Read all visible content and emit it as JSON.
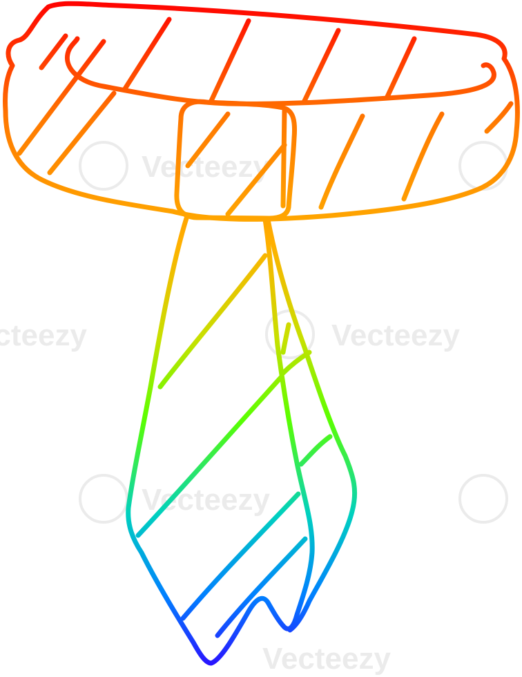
{
  "artwork": {
    "subject": "cartoon striped tie with collar",
    "style": "hand-drawn line art",
    "gradient_colors": [
      "#ff0000",
      "#ff8a00",
      "#ffd000",
      "#7cff00",
      "#00b7ff",
      "#2a00ff"
    ]
  },
  "watermark": {
    "text": "Vecteezy",
    "color": "#ebebeb"
  }
}
